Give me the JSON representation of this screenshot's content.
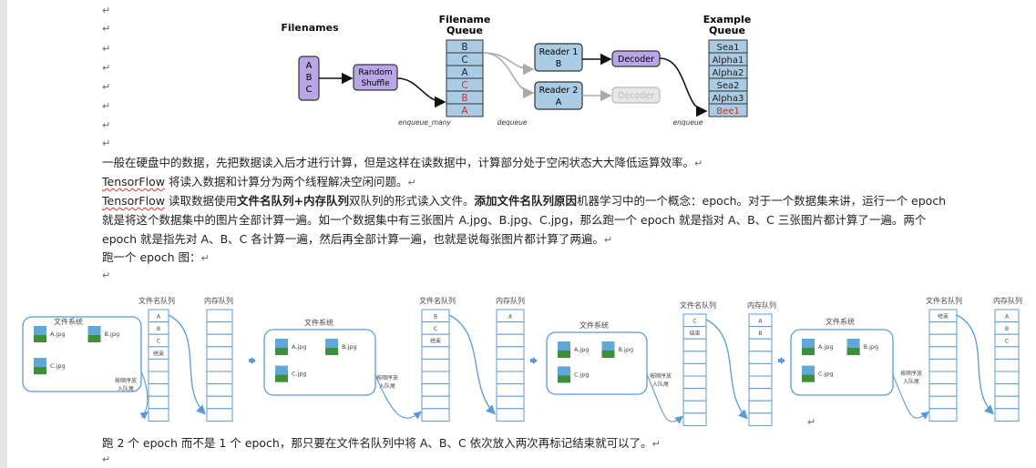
{
  "pipeline": {
    "filenames_title": "Filenames",
    "filenames": [
      "A",
      "B",
      "C"
    ],
    "shuffle_label": [
      "Random",
      "Shuffle"
    ],
    "queue_title": [
      "Filename",
      "Queue"
    ],
    "queue_cells": [
      {
        "label": "B",
        "color": "#222222"
      },
      {
        "label": "C",
        "color": "#222222"
      },
      {
        "label": "A",
        "color": "#222222"
      },
      {
        "label": "C",
        "color": "#d92b2b"
      },
      {
        "label": "B",
        "color": "#d92b2b"
      },
      {
        "label": "A",
        "color": "#d92b2b"
      }
    ],
    "reader1": [
      "Reader 1",
      "B"
    ],
    "reader2": [
      "Reader 2",
      "A"
    ],
    "decoder_active": "Decoder",
    "decoder_inactive": "Decoder",
    "example_title": [
      "Example",
      "Queue"
    ],
    "example_cells": [
      {
        "label": "Sea1",
        "color": "#222222"
      },
      {
        "label": "Alpha1",
        "color": "#222222"
      },
      {
        "label": "Alpha2",
        "color": "#222222"
      },
      {
        "label": "Sea2",
        "color": "#222222"
      },
      {
        "label": "Alpha3",
        "color": "#222222"
      },
      {
        "label": "Bee1",
        "color": "#d92b2b"
      }
    ],
    "enqueue_many": "enqueue_many",
    "dequeue": "dequeue",
    "enqueue": "enqueue"
  },
  "paragraph_mark": "↵",
  "text": {
    "p1": "一般在硬盘中的数据，先把数据读入后才进行计算，但是这样在读数据中，计算部分处于空闲状态大大降低运算效率。",
    "p2_word": "TensorFlow",
    "p2_rest": " 将读入数据和计算分为两个线程解决空闲问题。",
    "p3_word": "TensorFlow",
    "p3_a": " 读取数据使用",
    "p3_b1": "文件名队列",
    "p3_plus": "+",
    "p3_b2": "内存队列",
    "p3_c": "双队列的形式读入文件。",
    "p3_b3": "添加文件名队列原因",
    "p3_d": "机器学习中的一个概念：epoch。对于一个数据集来讲，运行一个 epoch 就是将这个数据集中的图片全部计算一遍。如一个数据集中有三张图片 A.jpg、B.jpg、C.jpg，那么跑一个 epoch 就是指对 A、B、C 三张图片都计算了一遍。两个 epoch 就是指先对 A、B、C 各计算一遍，然后再全部计算一遍，也就是说每张图片都计算了两遍。",
    "p4": "跑一个 epoch 图：",
    "p5_a": "跑 2 个 epoch 而不是 1 个 epoch，那只要在文件名队列中将 A、B、C 依次放入两次再标记结束就可以了。",
    "p5_word": "epoch"
  },
  "epoch_stages": {
    "fs_label": "文件系统",
    "files": [
      "A.jpg",
      "B.jpg",
      "C.jpg"
    ],
    "name_queue_label": "文件名队列",
    "mem_queue_label": "内存队列",
    "enqueue_text": [
      "按顺序放",
      "入队尾"
    ],
    "stage1_name": [
      "A",
      "B",
      "C",
      "结束"
    ],
    "stage1_mem": [],
    "stage2_name": [
      "B",
      "C",
      "结束"
    ],
    "stage2_mem": [
      "A"
    ],
    "stage3_name": [
      "C",
      "结束"
    ],
    "stage3_mem": [
      "A",
      "B"
    ],
    "stage4_name": [
      "结束"
    ],
    "stage4_mem": [
      "A",
      "B",
      "C"
    ]
  },
  "colors": {
    "diagram_blue": "#5b9bd5",
    "queue_fill": "#a9cbe3",
    "node_purple": "#b8a6e6",
    "text_red": "#d92b2b"
  }
}
